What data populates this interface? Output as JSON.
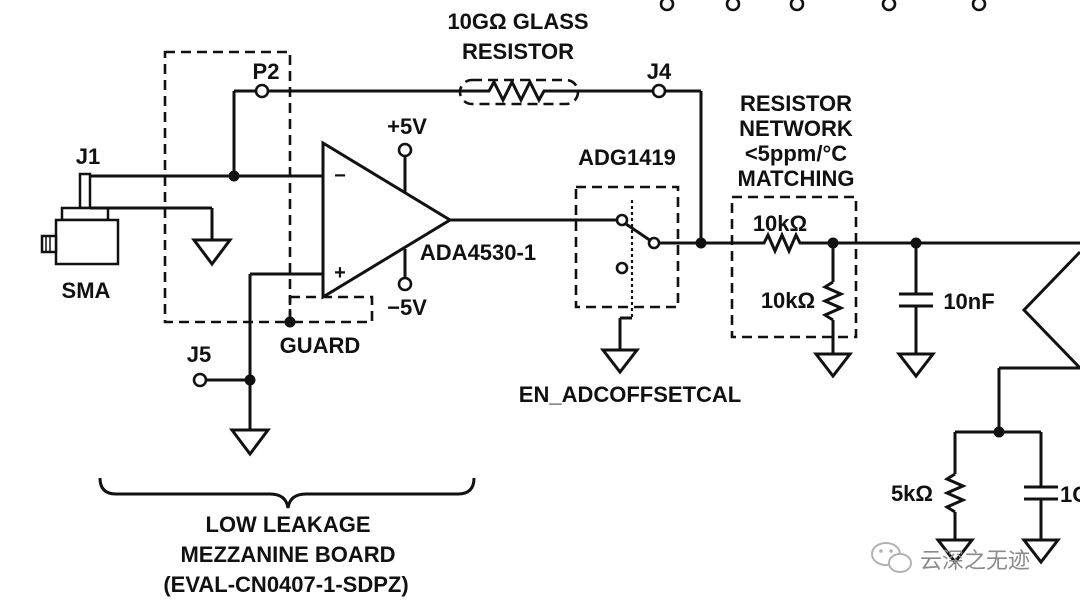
{
  "labels": {
    "glass_resistor_line1": "10GΩ GLASS",
    "glass_resistor_line2": "RESISTOR",
    "p2": "P2",
    "j4": "J4",
    "j1": "J1",
    "sma": "SMA",
    "plus5v": "+5V",
    "minus5v": "−5V",
    "opamp": "ADA4530-1",
    "minus_sign": "−",
    "plus_sign": "+",
    "guard": "GUARD",
    "j5": "J5",
    "switch": "ADG1419",
    "en_signal": "EN_ADCOFFSETCAL",
    "network_line1": "RESISTOR",
    "network_line2": "NETWORK",
    "network_line3": "<5ppm/°C",
    "network_line4": "MATCHING",
    "r_series": "10kΩ",
    "r_shunt": "10kΩ",
    "cap": "10nF",
    "r_bottom": "5kΩ",
    "cap_bottom_partial": "1C",
    "board_line1": "LOW LEAKAGE",
    "board_line2": "MEZZANINE BOARD",
    "board_line3": "(EVAL-CN0407-1-SDPZ)"
  },
  "watermark": {
    "text": "云深之无迹",
    "icon": "wechat-icon"
  }
}
